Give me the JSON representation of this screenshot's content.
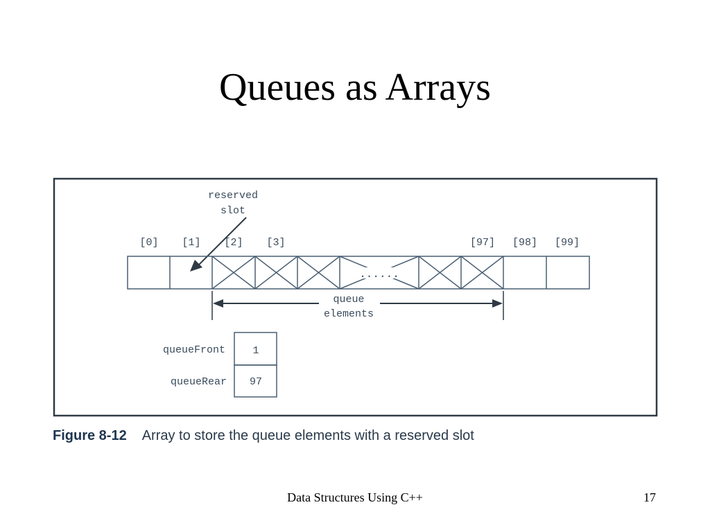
{
  "slide": {
    "title": "Queues as Arrays",
    "footer_text": "Data Structures Using C++",
    "page_number": "17"
  },
  "figure": {
    "index_labels": [
      "[0]",
      "[1]",
      "[2]",
      "[3]",
      "[97]",
      "[98]",
      "[99]"
    ],
    "reserved_label_line1": "reserved",
    "reserved_label_line2": "slot",
    "ellipsis": "......",
    "queue_label_line1": "queue",
    "queue_label_line2": "elements",
    "queue_front_label": "queueFront",
    "queue_front_value": "1",
    "queue_rear_label": "queueRear",
    "queue_rear_value": "97",
    "caption_label": "Figure 8-12",
    "caption_text": "Array to store the queue elements with a reserved slot"
  },
  "colors": {
    "frame": "#2f3a44",
    "diagram_line": "#4a5f73",
    "caption_text": "#2a3a4a"
  }
}
